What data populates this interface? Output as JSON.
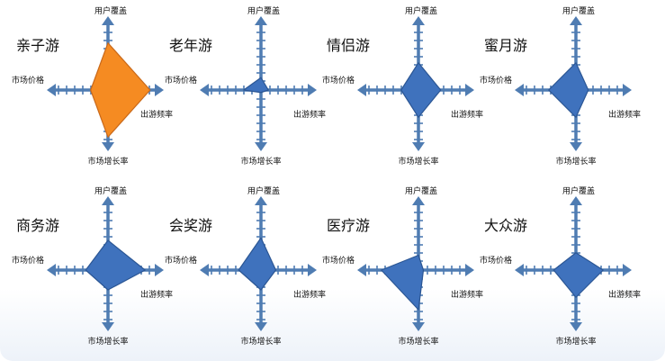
{
  "axis_labels": {
    "top": "用户覆盖",
    "left": "市场价格",
    "right": "出游频率",
    "bottom": "市场增长率"
  },
  "colors": {
    "axis": "#4f7cb2",
    "shape_blue": "#3f72bd",
    "shape_blue_edge": "#2b5694",
    "shape_orange": "#f58b22",
    "shape_orange_edge": "#c9691a"
  },
  "charts": [
    {
      "title": "亲子游",
      "color": "orange",
      "values": {
        "top": 0.95,
        "right": 0.85,
        "bottom": 0.95,
        "left": 0.35
      }
    },
    {
      "title": "老年游",
      "color": "blue",
      "values": {
        "top": 0.25,
        "right": 0.15,
        "bottom": 0.05,
        "left": 0.35
      }
    },
    {
      "title": "情侣游",
      "color": "blue",
      "values": {
        "top": 0.55,
        "right": 0.45,
        "bottom": 0.55,
        "left": 0.35
      }
    },
    {
      "title": "蜜月游",
      "color": "blue",
      "values": {
        "top": 0.55,
        "right": 0.25,
        "bottom": 0.55,
        "left": 0.55
      }
    },
    {
      "title": "商务游",
      "color": "blue",
      "values": {
        "top": 0.6,
        "right": 0.75,
        "bottom": 0.4,
        "left": 0.45
      }
    },
    {
      "title": "会奖游",
      "color": "blue",
      "values": {
        "top": 0.65,
        "right": 0.3,
        "bottom": 0.4,
        "left": 0.45
      }
    },
    {
      "title": "医疗游",
      "color": "blue",
      "values": {
        "top": 0.3,
        "right": 0.1,
        "bottom": 0.8,
        "left": 0.75
      }
    },
    {
      "title": "大众游",
      "color": "blue",
      "values": {
        "top": 0.35,
        "right": 0.55,
        "bottom": 0.55,
        "left": 0.45
      }
    }
  ]
}
